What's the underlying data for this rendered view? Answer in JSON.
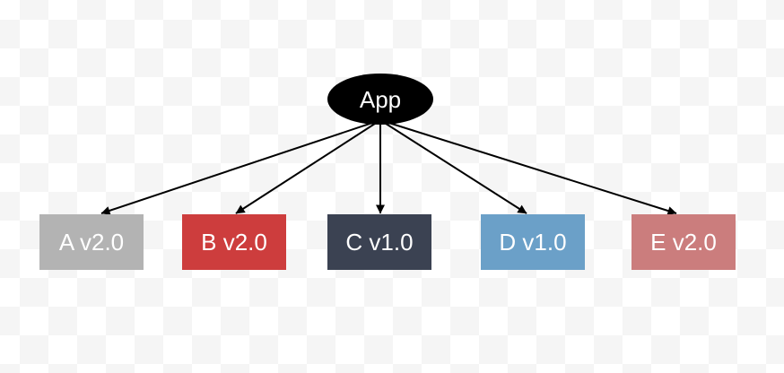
{
  "diagram": {
    "root": {
      "label": "App",
      "fill": "#000000"
    },
    "children": [
      {
        "label": "A v2.0",
        "fill": "#b3b3b3"
      },
      {
        "label": "B v2.0",
        "fill": "#cd3d3d"
      },
      {
        "label": "C v1.0",
        "fill": "#3b4252"
      },
      {
        "label": "D v1.0",
        "fill": "#6ba0c8"
      },
      {
        "label": "E v2.0",
        "fill": "#cb7d7d"
      }
    ],
    "edges": [
      {
        "from": "App",
        "to": "A v2.0"
      },
      {
        "from": "App",
        "to": "B v2.0"
      },
      {
        "from": "App",
        "to": "C v1.0"
      },
      {
        "from": "App",
        "to": "D v1.0"
      },
      {
        "from": "App",
        "to": "E v2.0"
      }
    ],
    "text_color": "#ffffff",
    "edge_color": "#000000",
    "background": {
      "checker_light": "#ffffff",
      "checker_dark": "#f5f5f5"
    }
  }
}
